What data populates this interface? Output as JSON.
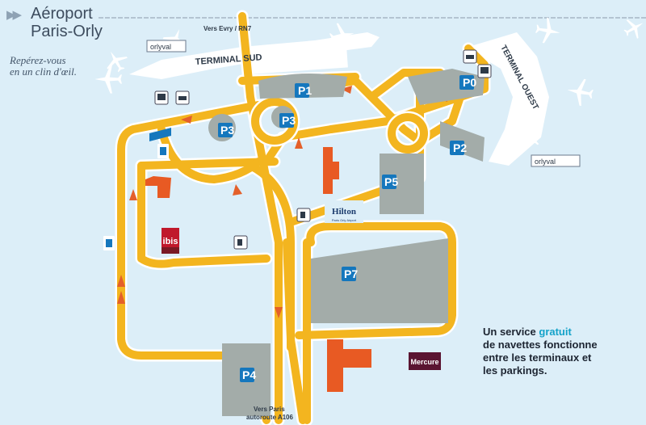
{
  "header": {
    "title_line1": "Aéroport",
    "title_line2": "Paris-Orly",
    "tagline_line1": "Repérez-vous",
    "tagline_line2": "en un clin d'œil."
  },
  "road_labels": {
    "north": "Vers Evry / RN7",
    "south_line1": "Vers Paris",
    "south_line2": "autoroute A106"
  },
  "terminals": {
    "sud": "TERMINAL SUD",
    "ouest": "TERMINAL OUEST"
  },
  "orlyval_label": "orlyval",
  "parkings": [
    "P0",
    "P1",
    "P2",
    "P3",
    "P4",
    "P5",
    "P7",
    "P3"
  ],
  "parking_labels": {
    "P0": "P0",
    "P1": "P1",
    "P2": "P2",
    "P3": "P3",
    "P4": "P4",
    "P5": "P5",
    "P7": "P7"
  },
  "hotels": {
    "hilton_name": "Hilton",
    "hilton_sub": "Paris Orly Airport",
    "ibis": "ibis",
    "mercure": "Mercure"
  },
  "promo": {
    "part1": "Un service ",
    "highlight": "gratuit",
    "line2": "de navettes fonctionne",
    "line3": "entre les terminaux et",
    "line4": "les parkings."
  },
  "colors": {
    "background": "#dceef8",
    "road": "#f3b51f",
    "road_edge": "#ffffff",
    "arrow": "#e4602a",
    "parking_lot": "#a3aca9",
    "parking_badge": "#1577bd",
    "hotel_building": "#e85a23",
    "terminal": "#ffffff",
    "text_dark": "#3d4c5e",
    "highlight": "#13a2c9"
  },
  "icons": [
    "bus-icon",
    "taxi-icon",
    "fuel-station-icon",
    "shuttle-icon",
    "airplane-icon",
    "parking-icon",
    "hotel-building-icon"
  ]
}
